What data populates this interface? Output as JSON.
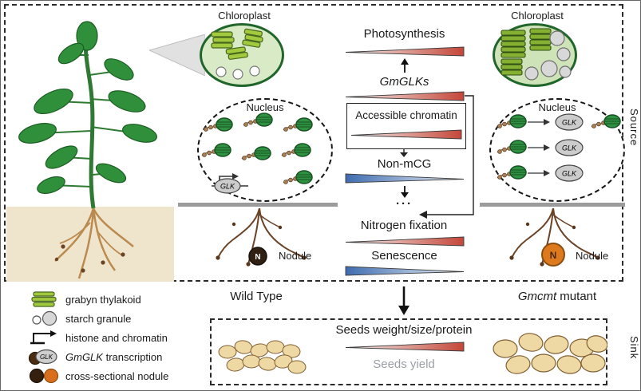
{
  "labels": {
    "chloroplast": "Chloroplast",
    "nucleus": "Nucleus",
    "nodule": "Nodule",
    "n": "N",
    "glk": "GLK",
    "source": "Source",
    "sink": "Sink",
    "wild_type": "Wild Type",
    "mutant_italic": "Gmcmt",
    "mutant_rest": " mutant",
    "dots": "···"
  },
  "center": {
    "photosynthesis": "Photosynthesis",
    "gmglks": "GmGLKs",
    "accessible": "Accessible chromatin",
    "non_mcg": "Non-mCG",
    "nitrogen": "Nitrogen fixation",
    "senescence": "Senescence"
  },
  "seeds": {
    "title": "Seeds weight/size/protein",
    "yield_label": "Seeds yield"
  },
  "legend": {
    "items": [
      {
        "label": "grabyn thylakoid"
      },
      {
        "label": "starch granule"
      },
      {
        "label": "histone and chromatin"
      },
      {
        "italic": "GmGLK",
        "rest": " transcription"
      },
      {
        "label": "cross-sectional nodule"
      }
    ]
  },
  "colors": {
    "red_gradient_end": "#c4473a",
    "blue_gradient_start": "#3f6cb0",
    "soil": "#efe5cd",
    "chloroplast_fill": "#d9eac6",
    "chloroplast_border": "#20662a",
    "thylakoid": "#a3c93e",
    "nodule_dark": "#2f2013",
    "nodule_orange": "#dd7a1e",
    "seed": "#eed9a4",
    "yield_text": "#9aa0a6"
  }
}
